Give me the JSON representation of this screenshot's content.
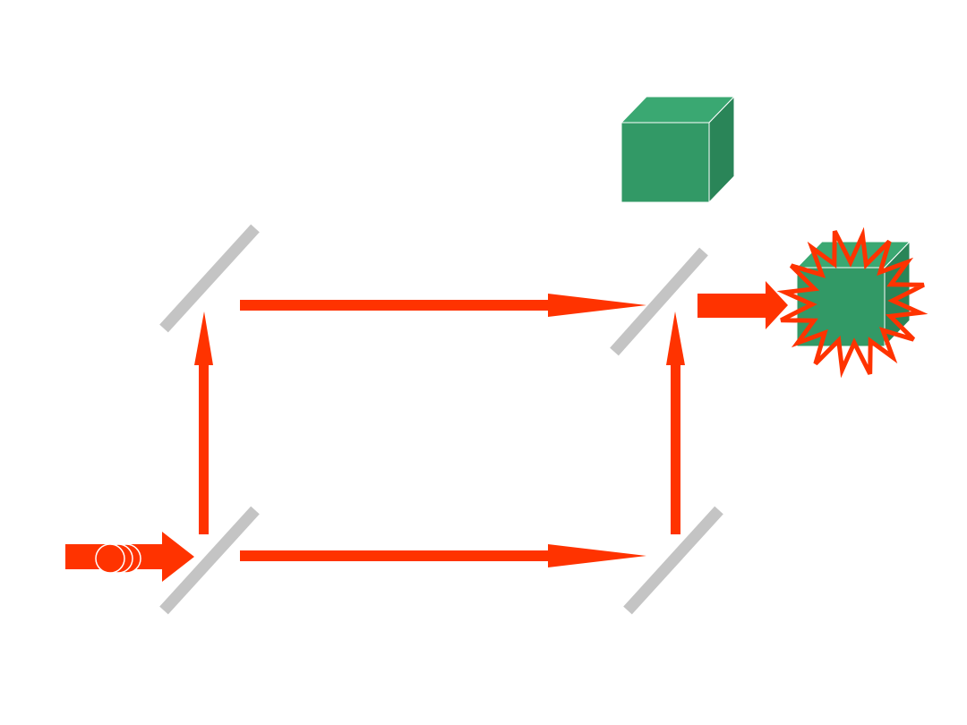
{
  "colors": {
    "background": "#ffffff",
    "beam": "#ff3300",
    "mirror": "#c4c4c4",
    "mirror_edge": "#a8a8a8",
    "detector_front": "#329966",
    "detector_top": "#3aa872",
    "detector_side": "#2a8558",
    "detector_edge": "#ffffff",
    "photon_fill": "#ff3300",
    "photon_stroke": "#ffffff"
  },
  "diagram": {
    "components": [
      {
        "name": "input-beam",
        "kind": "wide arrow"
      },
      {
        "name": "photon-pulses",
        "kind": "three overlapping circles"
      },
      {
        "name": "beam-splitter-input",
        "kind": "half-silvered mirror"
      },
      {
        "name": "mirror-top-left",
        "kind": "mirror"
      },
      {
        "name": "mirror-bottom-right",
        "kind": "mirror"
      },
      {
        "name": "beam-splitter-output",
        "kind": "half-silvered mirror"
      },
      {
        "name": "detector-top",
        "kind": "cube detector",
        "state": "idle"
      },
      {
        "name": "detector-right",
        "kind": "cube detector",
        "state": "clicked"
      }
    ]
  }
}
